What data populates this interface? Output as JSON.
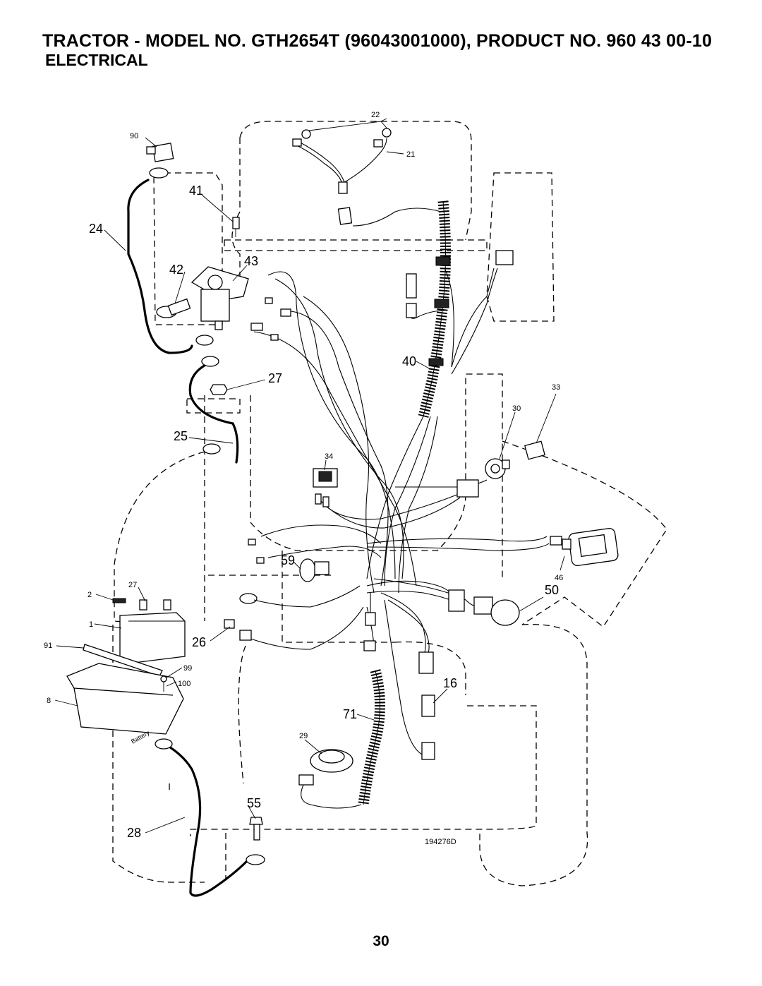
{
  "header": {
    "title": "TRACTOR - MODEL NO. GTH2654T (96043001000), PRODUCT NO. 960 43 00-10",
    "subtitle": "ELECTRICAL"
  },
  "diagram": {
    "callouts": {
      "c22": "22",
      "c90": "90",
      "c21": "21",
      "c41": "41",
      "c24": "24",
      "c42": "42",
      "c43": "43",
      "c40": "40",
      "c27a": "27",
      "c33": "33",
      "c30": "30",
      "c25": "25",
      "c34": "34",
      "c59": "59",
      "c46": "46",
      "c50": "50",
      "c2": "2",
      "c27b": "27",
      "c1": "1",
      "c26": "26",
      "c91": "91",
      "c99": "99",
      "c100": "100",
      "c16": "16",
      "c8": "8",
      "c71": "71",
      "c29": "29",
      "c55": "55",
      "c28": "28"
    },
    "battery_text": "Battery",
    "drawing_number": "194276D"
  },
  "footer": {
    "page_number": "30"
  }
}
